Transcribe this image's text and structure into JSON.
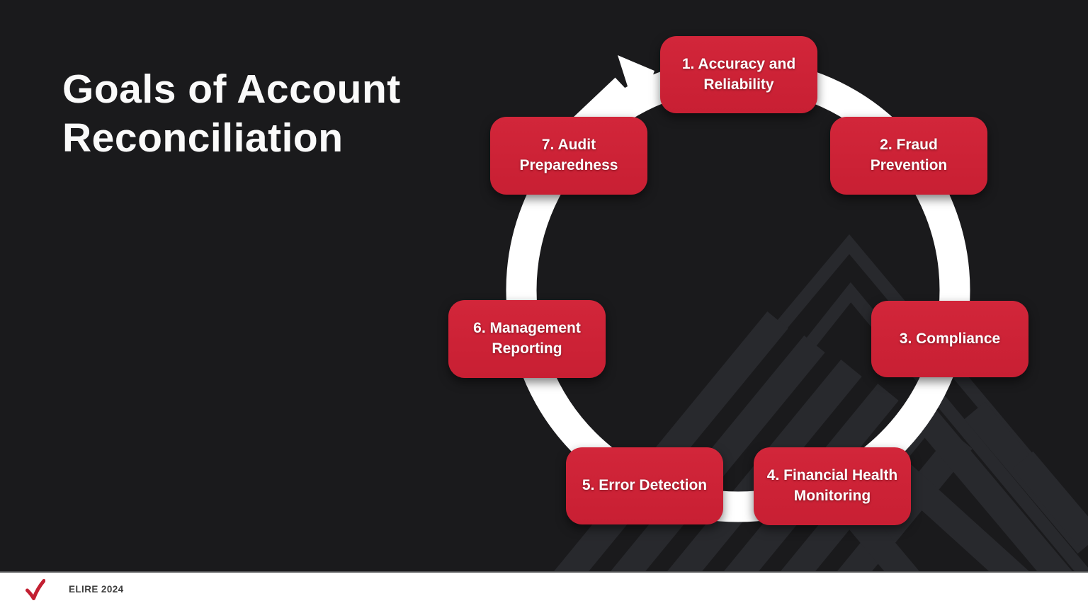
{
  "slide": {
    "title": "Goals of Account\nReconciliation",
    "background_color": "#1a1a1c",
    "box_color": "#cd2236",
    "ring_color": "#ffffff",
    "watermark_color": "#28292d",
    "footer_background": "#ffffff"
  },
  "diagram": {
    "name": "account-reconciliation-cycle",
    "items": [
      {
        "label": "1. Accuracy and\nReliability"
      },
      {
        "label": "2. Fraud\nPrevention"
      },
      {
        "label": "3. Compliance"
      },
      {
        "label": "4. Financial Health\nMonitoring"
      },
      {
        "label": "5. Error Detection"
      },
      {
        "label": "6. Management\nReporting"
      },
      {
        "label": "7. Audit\nPreparedness"
      }
    ]
  },
  "footer": {
    "brand_text": "ELIRE 2024",
    "logo_icon": "red-checkmark"
  }
}
